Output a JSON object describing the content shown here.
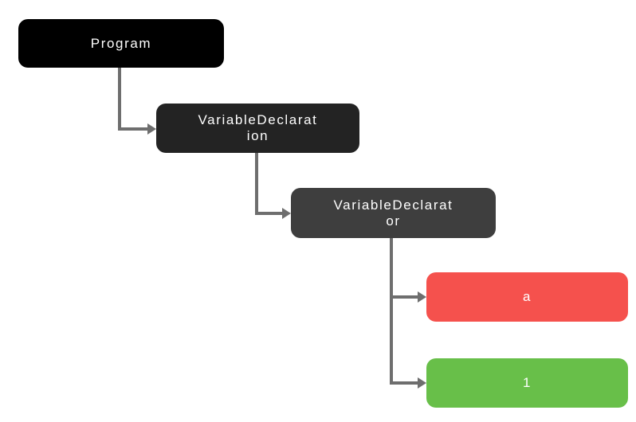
{
  "diagram": {
    "type": "tree",
    "background": "#ffffff",
    "edge_color": "#6e6e6e",
    "nodes": [
      {
        "id": "program",
        "label": "Program",
        "lines": [
          "Program"
        ],
        "color": "#000000",
        "text_color": "#ffffff"
      },
      {
        "id": "variable-declaration",
        "label": "VariableDeclaration",
        "lines": [
          "VariableDeclarat",
          "ion"
        ],
        "color": "#232323",
        "text_color": "#ffffff"
      },
      {
        "id": "variable-declarator",
        "label": "VariableDeclarator",
        "lines": [
          "VariableDeclarat",
          "or"
        ],
        "color": "#3e3e3e",
        "text_color": "#ffffff"
      },
      {
        "id": "identifier-a",
        "label": "a",
        "lines": [
          "a"
        ],
        "color": "#f5514d",
        "text_color": "#ffffff"
      },
      {
        "id": "literal-1",
        "label": "1",
        "lines": [
          "1"
        ],
        "color": "#68bf49",
        "text_color": "#ffffff"
      }
    ],
    "edges": [
      {
        "from": "Program",
        "to": "VariableDeclaration"
      },
      {
        "from": "VariableDeclaration",
        "to": "VariableDeclarator"
      },
      {
        "from": "VariableDeclarator",
        "to": "a"
      },
      {
        "from": "VariableDeclarator",
        "to": "1"
      }
    ]
  }
}
